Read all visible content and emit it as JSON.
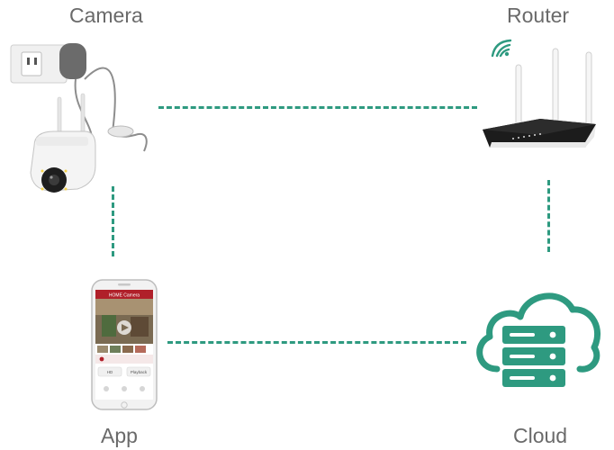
{
  "labels": {
    "camera": "Camera",
    "router": "Router",
    "app": "App",
    "cloud": "Cloud"
  },
  "colors": {
    "connector": "#2e9a80",
    "cloud": "#2e9a80",
    "label_text": "#6a6a6a",
    "app_header": "#b0202a"
  },
  "icons": {
    "camera": "ptz-camera-icon",
    "router": "wifi-router-icon",
    "app": "smartphone-app-icon",
    "cloud": "cloud-server-icon"
  },
  "app_screen": {
    "title": "HOME Camera",
    "button_left": "HD",
    "button_right": "Playback"
  }
}
